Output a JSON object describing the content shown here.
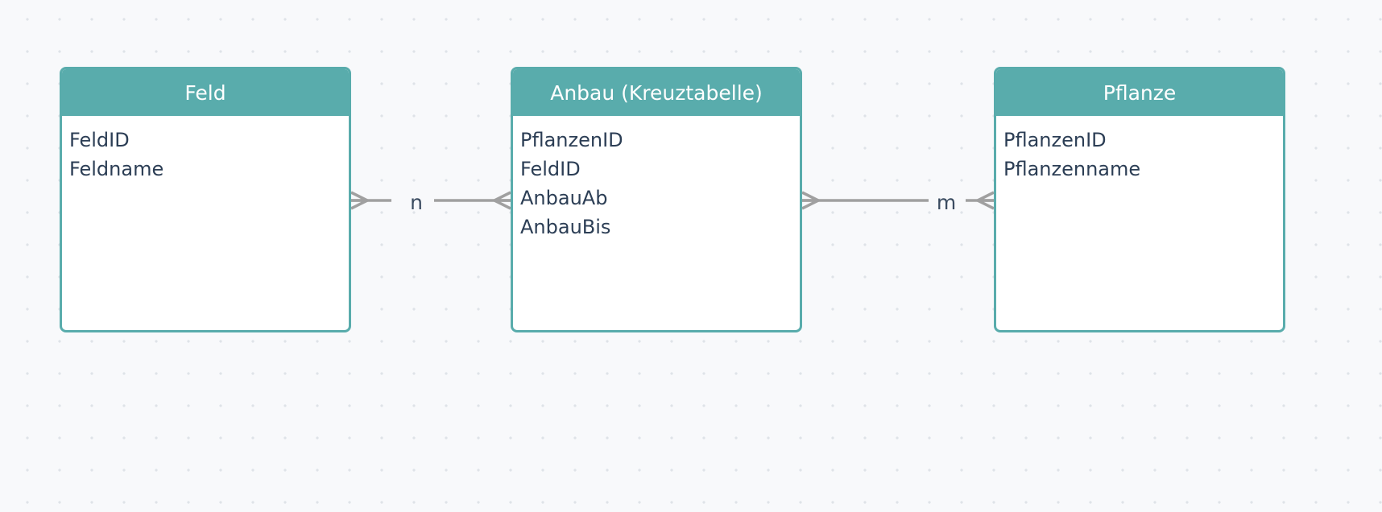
{
  "entities": {
    "feld": {
      "title": "Feld",
      "attributes": [
        "FeldID",
        "Feldname"
      ]
    },
    "anbau": {
      "title": "Anbau (Kreuztabelle)",
      "attributes": [
        "PflanzenID",
        "FeldID",
        "AnbauAb",
        "AnbauBis"
      ]
    },
    "pflanze": {
      "title": "Pflanze",
      "attributes": [
        "PflanzenID",
        "Pflanzenname"
      ]
    }
  },
  "relationships": [
    {
      "from": "feld",
      "to": "anbau",
      "cardinality": "n",
      "from_end": "many",
      "to_end": "many"
    },
    {
      "from": "anbau",
      "to": "pflanze",
      "cardinality": "m",
      "from_end": "many",
      "to_end": "many"
    }
  ],
  "colors": {
    "entity_header": "#59acac",
    "entity_border": "#59acac",
    "connector": "#a0a0a0",
    "text": "#2c3e55",
    "canvas_background": "#f8f9fb",
    "grid_dot": "#dfe3e8"
  }
}
